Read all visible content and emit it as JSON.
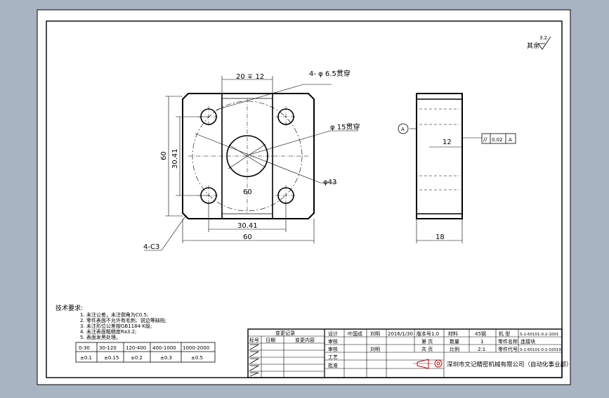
{
  "roughness": {
    "value": "3.2",
    "prefix": "其余"
  },
  "front_view": {
    "dim_top": "20 ∓ 12",
    "hole_callout": "4- φ 6.5贯穿",
    "bore_callout": "φ 15贯穿",
    "circle_callout": "φ43",
    "dim_left_outer": "60",
    "dim_left_inner": "30.41",
    "dim_bottom_inner": "30.41",
    "dim_bottom_outer": "60",
    "center_label": "60",
    "chamfer": "4-C3"
  },
  "side_view": {
    "dim_inner": "12",
    "dim_width": "18",
    "tol_symbol": "//",
    "tol_value": "0.02",
    "tol_datum": "A",
    "datum": "A"
  },
  "tech": {
    "title": "技术要求:",
    "notes": [
      "1. 未注公差，未注倒角为C0.5;",
      "2. 零件表面不允许有毛刺、锐边等缺陷;",
      "3. 未注形位公差按GB1184-K级;",
      "4. 未注表面粗糙度Ra3.2;",
      "5. 表面发黑处理。"
    ],
    "tol_headers": [
      "0-30",
      "30-120",
      "120-400",
      "400-1000",
      "1000-2000"
    ],
    "tol_values": [
      "±0.1",
      "±0.15",
      "±0.2",
      "±0.3",
      "±0.5"
    ]
  },
  "title_block": {
    "rev_header": "变更记录",
    "rev_cols": [
      "标号",
      "日期",
      "变更内容"
    ],
    "left_labels": [
      "设计",
      "审核",
      "审核",
      "工艺",
      "批准"
    ],
    "designer": "叶国成",
    "checker": "刘明",
    "date": "2016/1/30",
    "material_label": "材料",
    "material": "45钢",
    "version_label": "版本号",
    "version": "1.0",
    "model_label": "机  型",
    "model": "S-1-60101-0-2-1001",
    "page_label": "第 页",
    "qty_label": "数量",
    "qty": "1",
    "part_name_label": "零件名称",
    "part_name": "连接块",
    "total_label": "共 页",
    "scale_label": "比例",
    "scale": "2:1",
    "part_no_label": "零件代号",
    "part_no": "S-1-60101-0-2-02019",
    "company": "深圳市文记精密机械有限公司（自动化事业部）"
  },
  "colors": {
    "background": "#a9b4c3",
    "sheet": "#ffffff",
    "line": "#000000"
  }
}
